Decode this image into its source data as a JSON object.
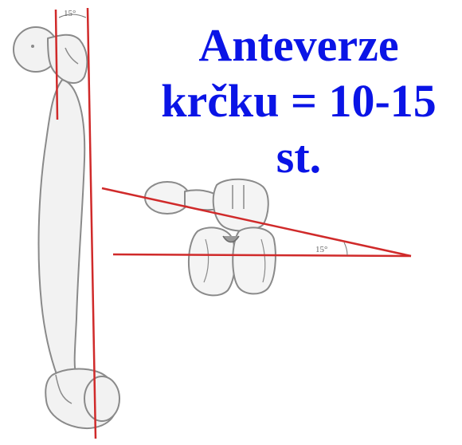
{
  "title": {
    "line1": "Anteverze",
    "line2": "krčku = 10-15",
    "line3": "st."
  },
  "angle_labels": {
    "femur_top": "15°",
    "condyle_angle": "15°"
  },
  "colors": {
    "title": "#0a14e6",
    "reference_lines": "#d02a2a",
    "bone_outline": "#8a8a8a",
    "bone_fill": "#f2f2f2"
  }
}
